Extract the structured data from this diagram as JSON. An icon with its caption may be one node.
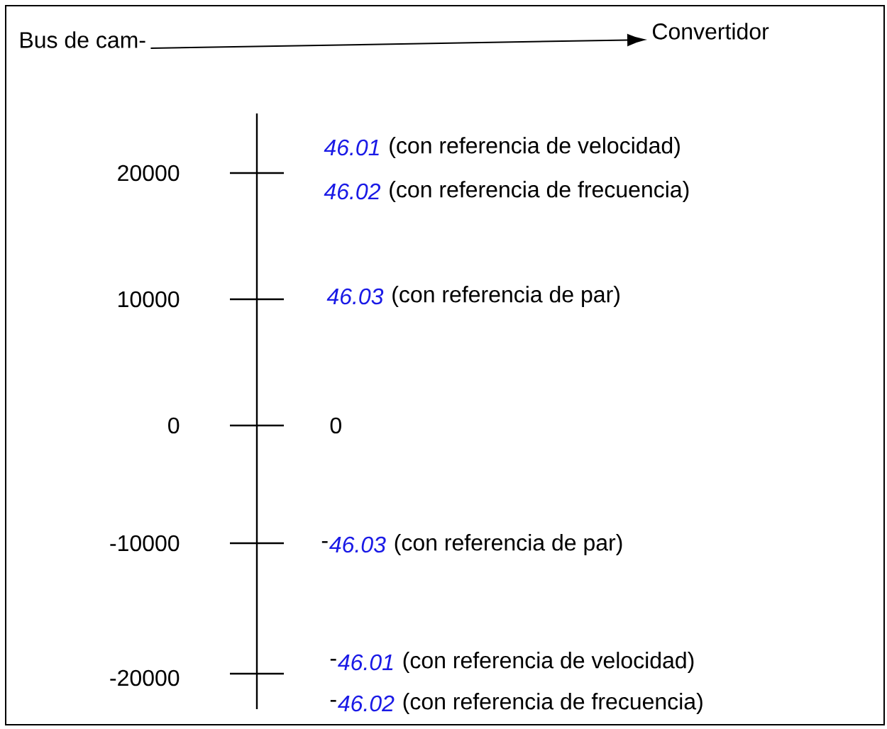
{
  "diagram": {
    "nodes": [
      {
        "text": [
          "Bus de cam-"
        ]
      },
      {
        "text": [
          "Convertidor"
        ]
      }
    ],
    "edges": [
      {
        "from": 0,
        "to": 1,
        "arrow": "to"
      }
    ],
    "labels": [
      "20000",
      "46.01",
      "(con referencia de velocidad)",
      "46.02",
      "(con referencia de frecuencia)",
      "10000",
      "46.03",
      "(con referencia de par)",
      "0",
      "0",
      "-10000",
      "-",
      "46.03",
      "(con referencia de par)",
      "-20000",
      "-",
      "46.01",
      "(con referencia de velocidad)",
      "-",
      "46.02",
      "(con referencia de frecuencia)"
    ]
  }
}
